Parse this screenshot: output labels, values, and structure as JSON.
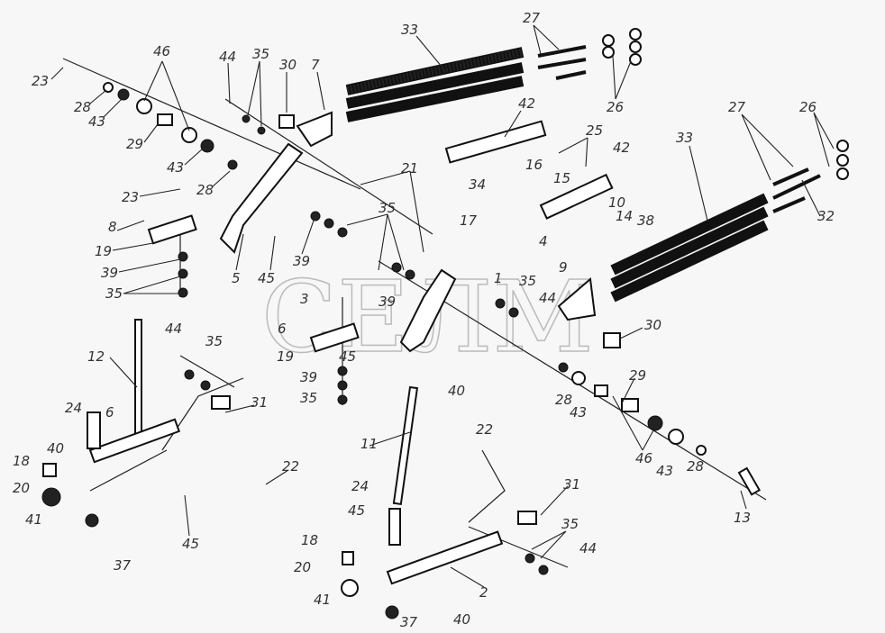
{
  "watermark": "СЕЛМ",
  "labels": [
    "23",
    "28",
    "43",
    "46",
    "29",
    "43",
    "28",
    "44",
    "35",
    "30",
    "7",
    "33",
    "27",
    "26",
    "42",
    "25",
    "16",
    "15",
    "34",
    "10",
    "14",
    "38",
    "17",
    "4",
    "21",
    "23",
    "8",
    "19",
    "39",
    "35",
    "5",
    "45",
    "39",
    "35",
    "3",
    "6",
    "39",
    "1",
    "35",
    "44",
    "9",
    "33",
    "27",
    "26",
    "32",
    "30",
    "19",
    "45",
    "39",
    "35",
    "40",
    "28",
    "43",
    "29",
    "44",
    "35",
    "12",
    "31",
    "24",
    "6",
    "40",
    "18",
    "20",
    "41",
    "37",
    "45",
    "22",
    "11",
    "22",
    "46",
    "43",
    "28",
    "13",
    "24",
    "45",
    "31",
    "35",
    "44",
    "18",
    "20",
    "2",
    "41",
    "37",
    "40",
    "42"
  ]
}
